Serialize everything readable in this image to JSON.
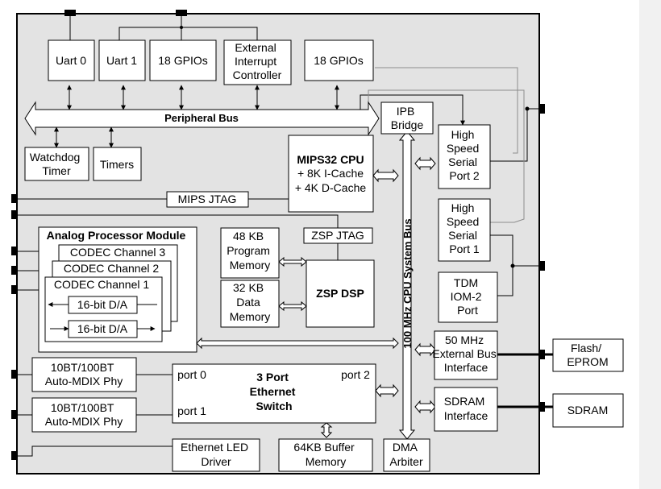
{
  "blocks": {
    "uart0": [
      "Uart 0"
    ],
    "uart1": [
      "Uart 1"
    ],
    "gpio_a": [
      "18 GPIOs"
    ],
    "ext_int": [
      "External",
      "Interrupt",
      "Controller"
    ],
    "gpio_b": [
      "18 GPIOs"
    ],
    "ipb": [
      "IPB",
      "Bridge"
    ],
    "watchdog": [
      "Watchdog",
      "Timer"
    ],
    "timers": [
      "Timers"
    ],
    "mips_jtag": [
      "MIPS JTAG"
    ],
    "zsp_jtag": [
      "ZSP JTAG"
    ],
    "prog_mem": [
      "48 KB",
      "Program",
      "Memory"
    ],
    "data_mem": [
      "32 KB",
      "Data",
      "Memory"
    ],
    "zsp_dsp": [
      "ZSP DSP"
    ],
    "hs_port2": [
      "High",
      "Speed",
      "Serial",
      "Port 2"
    ],
    "hs_port1": [
      "High",
      "Speed",
      "Serial",
      "Port 1"
    ],
    "tdm": [
      "TDM",
      "IOM-2",
      "Port"
    ],
    "ext_bus": [
      "50 MHz",
      "External Bus",
      "Interface"
    ],
    "sdram_if": [
      "SDRAM",
      "Interface"
    ],
    "flash": [
      "Flash/",
      "EPROM"
    ],
    "sdram_ext": [
      "SDRAM"
    ],
    "phy0": [
      "10BT/100BT",
      "Auto-MDIX Phy"
    ],
    "phy1": [
      "10BT/100BT",
      "Auto-MDIX Phy"
    ],
    "eth_led": [
      "Ethernet LED",
      "Driver"
    ],
    "buffer": [
      "64KB Buffer",
      "Memory"
    ],
    "dma": [
      "DMA",
      "Arbiter"
    ]
  },
  "cpu": {
    "title": "MIPS32 CPU",
    "icache": "+ 8K I-Cache",
    "dcache": "+ 4K D-Cache"
  },
  "analog": {
    "title": "Analog Processor Module",
    "codec3": "CODEC Channel 3",
    "codec2": "CODEC Channel 2",
    "codec1": "CODEC Channel 1",
    "da1": "16-bit D/A",
    "da2": "16-bit D/A"
  },
  "ethernet": {
    "title": [
      "3 Port",
      "Ethernet",
      "Switch"
    ],
    "port0": "port 0",
    "port1": "port 1",
    "port2": "port 2"
  },
  "buses": {
    "peripheral": "Peripheral Bus",
    "system": "100 MHz CPU System Bus"
  },
  "colors": {
    "chip_fill": "#e3e3e3",
    "block_fill": "#ffffff",
    "line": "#000000",
    "gray_line": "#8c8c8c"
  }
}
